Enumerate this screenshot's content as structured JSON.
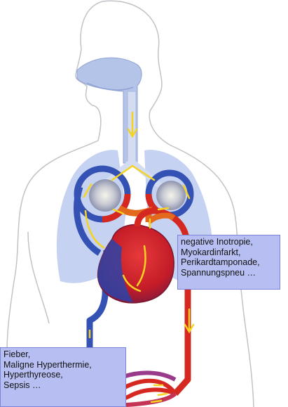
{
  "colors": {
    "body_outline": "#c2c2c8",
    "airway_fill": "#b4c4e8",
    "lung_fill": "#c3d0f0",
    "venous": "#3452b4",
    "arterial": "#d42820",
    "flow_arrow": "#f5d320",
    "label_background": "#b7bff2",
    "label_border": "#7d86d6"
  },
  "labels": {
    "cardiac": [
      "negative Inotropie,",
      "Myokardinfarkt,",
      "Perikardtamponade,",
      "Spannungspneu …"
    ],
    "metabolic": [
      "Fieber,",
      "Maligne Hyperthermie,",
      "Hyperthyreose,",
      "Sepsis …"
    ]
  }
}
